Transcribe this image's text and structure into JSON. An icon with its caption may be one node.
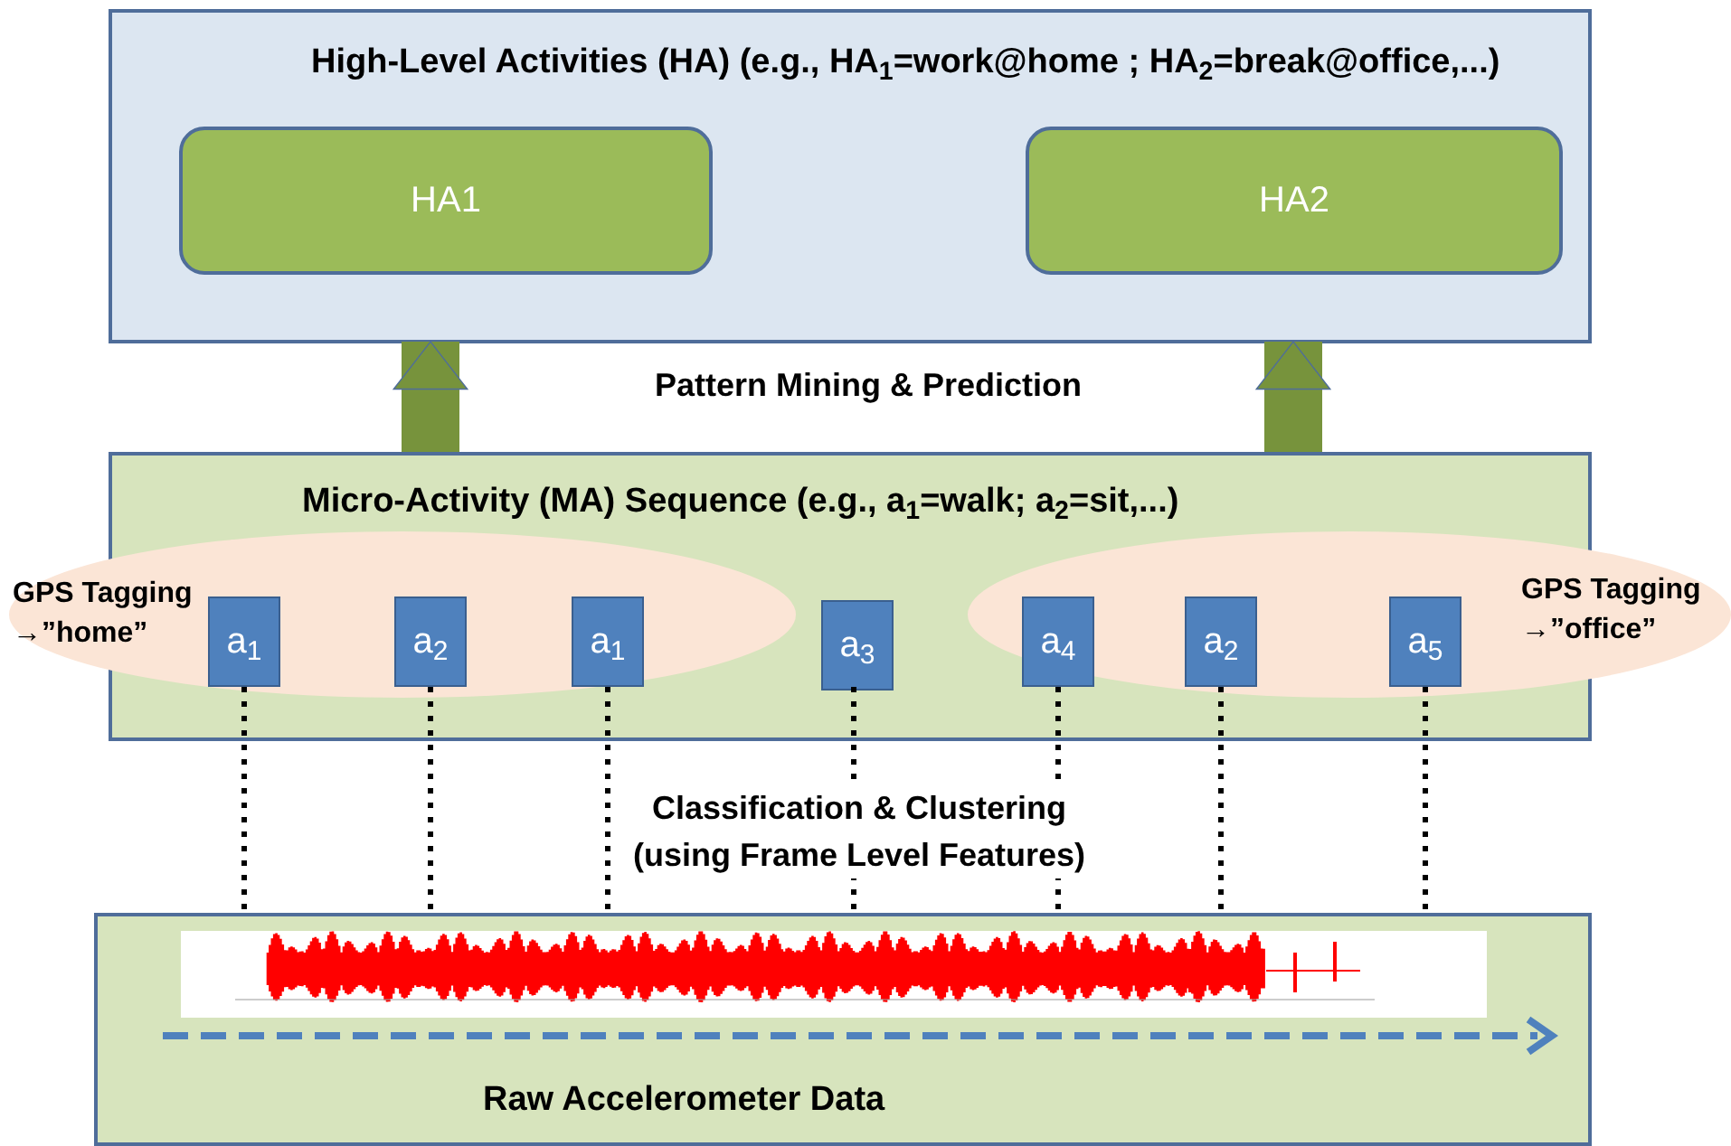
{
  "diagram": {
    "nodes": [
      {
        "text": [
          "High-Level Activities (HA) (e.g., HA$_{1}$=work@home ; HA$_{2}$=break@office,...)"
        ]
      },
      {
        "text": [
          "HA1"
        ],
        "in": 0
      },
      {
        "text": [
          "HA2"
        ],
        "in": 0
      },
      {
        "text": [
          "Micro-Activity (MA)  Sequence (e.g., a$_{1}$=walk; a$_{2}$=sit,...)"
        ]
      },
      {
        "text": [
          "GPS Tagging →”home”"
        ]
      },
      {
        "text": [
          "a$_{1}$"
        ],
        "in": 4
      },
      {
        "text": [
          "a$_{2}$"
        ],
        "in": 4
      },
      {
        "text": [
          "a$_{1}$"
        ],
        "in": 4
      },
      {
        "text": [
          "a$_{3}$"
        ],
        "in": 3
      },
      {
        "text": [
          "GPS Tagging →”office”"
        ]
      },
      {
        "text": [
          "a$_{4}$"
        ],
        "in": 9
      },
      {
        "text": [
          "a$_{2}$"
        ],
        "in": 9
      },
      {
        "text": [
          "a$_{5}$"
        ],
        "in": 9
      },
      {
        "text": [
          "Raw Accelerometer Data"
        ]
      },
      {
        "text": [],
        "shape": "picture",
        "in": 13
      }
    ],
    "edges": [
      {
        "from": 3,
        "to": 1,
        "arrow": "to",
        "style": "thick",
        "color": "#77933c"
      },
      {
        "from": 3,
        "to": 2,
        "arrow": "to",
        "style": "thick",
        "color": "#77933c"
      },
      {
        "from": 5,
        "to": 13,
        "arrow": "none",
        "style": "dashed"
      },
      {
        "from": 6,
        "to": 13,
        "arrow": "none",
        "style": "dashed"
      },
      {
        "from": 7,
        "to": 13,
        "arrow": "none",
        "style": "dashed"
      },
      {
        "from": 8,
        "to": 13,
        "arrow": "none",
        "style": "dashed"
      },
      {
        "from": 10,
        "to": 13,
        "arrow": "none",
        "style": "dashed"
      },
      {
        "from": 11,
        "to": 13,
        "arrow": "none",
        "style": "dashed"
      },
      {
        "from": 12,
        "to": 13,
        "arrow": "none",
        "style": "dashed"
      }
    ],
    "labels": [
      "Pattern Mining & Prediction",
      "Classification & Clustering (using Frame Level Features)"
    ]
  }
}
